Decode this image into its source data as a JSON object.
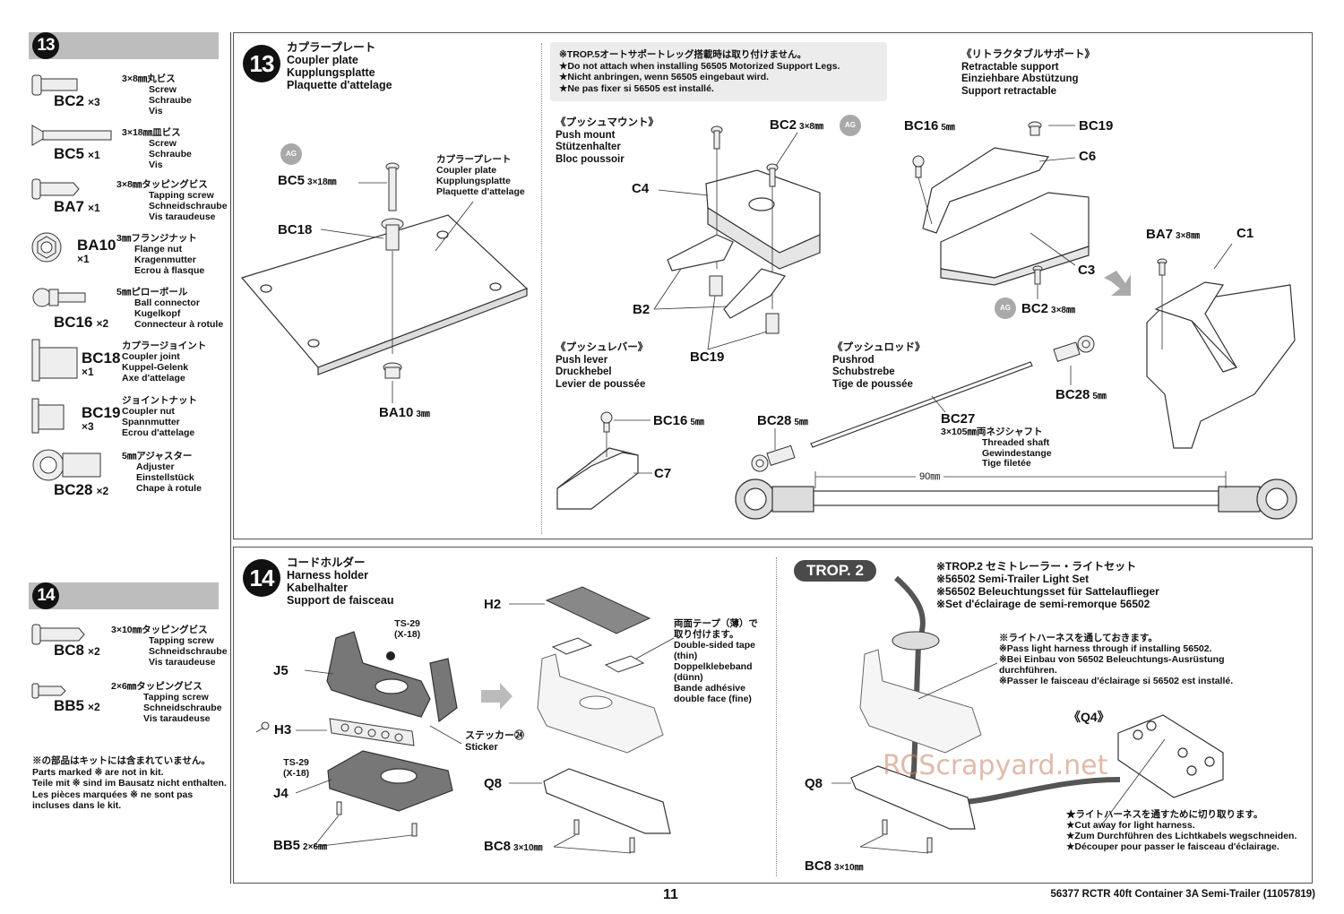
{
  "side_list": {
    "step13": {
      "number": "13",
      "parts": [
        {
          "code": "BC2",
          "qty": "×3",
          "jp": "3×8㎜丸ビス",
          "en": "Screw",
          "de": "Schraube",
          "fr": "Vis"
        },
        {
          "code": "BC5",
          "qty": "×1",
          "jp": "3×18㎜皿ビス",
          "en": "Screw",
          "de": "Schraube",
          "fr": "Vis"
        },
        {
          "code": "BA7",
          "qty": "×1",
          "jp": "3×8㎜タッピングビス",
          "en": "Tapping screw",
          "de": "Schneidschraube",
          "fr": "Vis taraudeuse"
        },
        {
          "code": "BA10",
          "qty": "×1",
          "jp": "3㎜フランジナット",
          "en": "Flange nut",
          "de": "Kragenmutter",
          "fr": "Ecrou à flasque"
        },
        {
          "code": "BC16",
          "qty": "×2",
          "jp": "5㎜ピローボール",
          "en": "Ball connector",
          "de": "Kugelkopf",
          "fr": "Connecteur à rotule"
        },
        {
          "code": "BC18",
          "qty": "×1",
          "jp": "カプラージョイント",
          "en": "Coupler joint",
          "de": "Kuppel-Gelenk",
          "fr": "Axe d'attelage"
        },
        {
          "code": "BC19",
          "qty": "×3",
          "jp": "ジョイントナット",
          "en": "Coupler nut",
          "de": "Spannmutter",
          "fr": "Ecrou d'attelage"
        },
        {
          "code": "BC28",
          "qty": "×2",
          "jp": "5㎜アジャスター",
          "en": "Adjuster",
          "de": "Einstellstück",
          "fr": "Chape à rotule"
        }
      ]
    },
    "step14": {
      "number": "14",
      "parts": [
        {
          "code": "BC8",
          "qty": "×2",
          "jp": "3×10㎜タッピングビス",
          "en": "Tapping screw",
          "de": "Schneidschraube",
          "fr": "Vis taraudeuse"
        },
        {
          "code": "BB5",
          "qty": "×2",
          "jp": "2×6㎜タッピングビス",
          "en": "Tapping screw",
          "de": "Schneidschraube",
          "fr": "Vis taraudeuse"
        }
      ],
      "note": {
        "jp": "※の部品はキットには含まれていません。",
        "en": "Parts marked ※ are not in kit.",
        "de": "Teile mit ※ sind im Bausatz nicht enthalten.",
        "fr1": "Les pièces marquées ※ ne sont pas",
        "fr2": "incluses dans le kit."
      }
    }
  },
  "step13": {
    "number": "13",
    "title": {
      "jp": "カプラープレート",
      "en": "Coupler plate",
      "de": "Kupplungsplatte",
      "fr": "Plaquette d'attelage"
    },
    "ag_badge": "AG",
    "coupler": {
      "bc5": "BC5",
      "bc5_size": "3×18㎜",
      "bc18": "BC18",
      "ba10": "BA10",
      "ba10_size": "3㎜",
      "plate_label": {
        "jp": "カプラープレート",
        "en": "Coupler plate",
        "de": "Kupplungsplatte",
        "fr": "Plaquette d'attelage"
      }
    },
    "warning": {
      "jp": "※TROP.5オートサポートレッグ搭載時は取り付けません。",
      "en": "★Do not attach when installing 56505 Motorized Support Legs.",
      "de": "★Nicht anbringen, wenn 56505 eingebaut wird.",
      "fr": "★Ne pas fixer si 56505 est installé."
    },
    "push_mount": {
      "title": {
        "jp": "《プッシュマウント》",
        "en": "Push mount",
        "de": "Stützenhalter",
        "fr": "Bloc poussoir"
      },
      "bc2": "BC2",
      "bc2_size": "3×8㎜",
      "c4": "C4",
      "b2": "B2",
      "bc19": "BC19"
    },
    "retractable": {
      "title": {
        "jp": "《リトラクタブルサポート》",
        "en": "Retractable support",
        "de": "Einziehbare Abstützung",
        "fr": "Support retractable"
      },
      "bc16": "BC16",
      "bc16_size": "5㎜",
      "bc19": "BC19",
      "c6": "C6",
      "c3": "C3",
      "bc2": "BC2",
      "bc2_size": "3×8㎜",
      "ba7": "BA7",
      "ba7_size": "3×8㎜",
      "c1": "C1"
    },
    "push_lever": {
      "title": {
        "jp": "《プッシュレバー》",
        "en": "Push lever",
        "de": "Druckhebel",
        "fr": "Levier de poussée"
      },
      "bc16": "BC16",
      "bc16_size": "5㎜",
      "c7": "C7"
    },
    "pushrod": {
      "title": {
        "jp": "《プッシュロッド》",
        "en": "Pushrod",
        "de": "Schubstrebe",
        "fr": "Tige de poussée"
      },
      "bc28_left": "BC28",
      "bc28_left_size": "5㎜",
      "bc28_right": "BC28",
      "bc28_right_size": "5㎜",
      "bc27": "BC27",
      "bc27_desc": {
        "jp": "3×105㎜両ネジシャフト",
        "en": "Threaded shaft",
        "de": "Gewindestange",
        "fr": "Tige filetée"
      },
      "length": "90㎜"
    }
  },
  "step14": {
    "number": "14",
    "title": {
      "jp": "コードホルダー",
      "en": "Harness holder",
      "de": "Kabelhalter",
      "fr": "Support de faisceau"
    },
    "paint1": {
      "code": "TS-29",
      "alt": "(X-18)"
    },
    "paint2": {
      "code": "TS-29",
      "alt": "(X-18)"
    },
    "j5": "J5",
    "h3": "H3",
    "j4": "J4",
    "bb5": "BB5",
    "bb5_size": "2×6㎜",
    "sticker": {
      "jp": "ステッカー㉔",
      "en": "Sticker"
    },
    "h2": "H2",
    "tape": {
      "jp1": "両面テープ（薄）で",
      "jp2": "取り付けます。",
      "en1": "Double-sided tape",
      "en2": "(thin)",
      "de1": "Doppelklebeband",
      "de2": "(dünn)",
      "fr1": "Bande adhésive",
      "fr2": "double face (fine)"
    },
    "q8": "Q8",
    "bc8": "BC8",
    "bc8_size": "3×10㎜",
    "trop": {
      "badge": "TROP. 2",
      "title_jp": "※TROP.2 セミトレーラー・ライトセット",
      "title_en": "※56502 Semi-Trailer Light Set",
      "title_de": "※56502 Beleuchtungsset für Sattelauflieger",
      "title_fr": "※Set d'éclairage de semi-remorque 56502",
      "pass_jp": "※ライトハーネスを通しておきます。",
      "pass_en": "※Pass light harness through if installing 56502.",
      "pass_de1": "※Bei Einbau von 56502 Beleuchtungs-Ausrüstung",
      "pass_de2": "durchführen.",
      "pass_fr": "※Passer le faisceau d'éclairage si 56502 est installé.",
      "q4": "《Q4》",
      "cut_jp": "★ライトハーネスを通すために切り取ります。",
      "cut_en": "★Cut away for light harness.",
      "cut_de": "★Zum Durchführen des Lichtkabels wegschneiden.",
      "cut_fr": "★Découper pour passer le faisceau d'éclairage.",
      "q8": "Q8",
      "bc8": "BC8",
      "bc8_size": "3×10㎜"
    }
  },
  "footer": {
    "page": "11",
    "title": "56377  RCTR 40ft Container 3A Semi-Trailer (11057819)"
  },
  "watermark": "RCScrapyard.net"
}
